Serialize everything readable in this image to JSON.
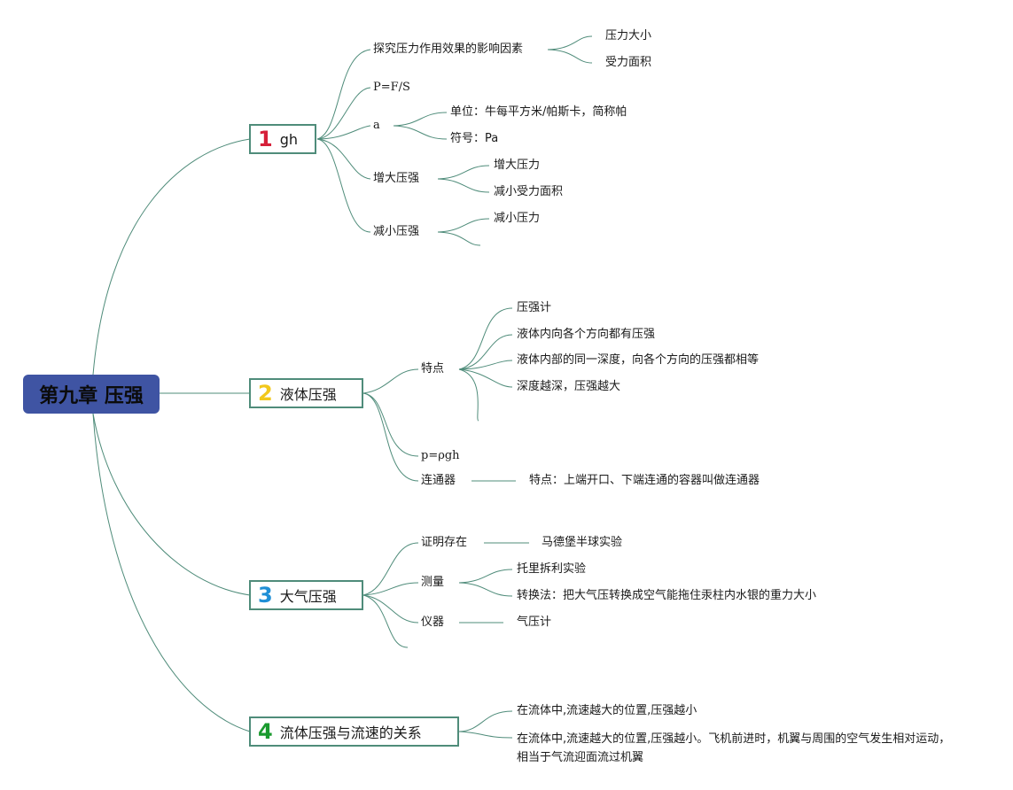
{
  "root": {
    "title": "第九章 压强"
  },
  "branches": [
    {
      "number": "1",
      "label": "gh",
      "number_color": "#d6203a",
      "children": [
        {
          "label": "探究压力作用效果的影响因素",
          "children": [
            "压力大小",
            "受力面积"
          ]
        },
        {
          "label": "P=F/S",
          "children": []
        },
        {
          "label": "a",
          "children": [
            "单位：牛每平方米/帕斯卡，简称帕",
            "符号：Pa"
          ]
        },
        {
          "label": "增大压强",
          "children": [
            "增大压力",
            "减小受力面积"
          ]
        },
        {
          "label": "减小压强",
          "children": [
            "减小压力",
            ""
          ]
        }
      ]
    },
    {
      "number": "2",
      "label": "液体压强",
      "number_color": "#f2c81c",
      "children": [
        {
          "label": "特点",
          "children": [
            "压强计",
            "液体内向各个方向都有压强",
            "液体内部的同一深度，向各个方向的压强都相等",
            "深度越深，压强越大",
            ""
          ]
        },
        {
          "label": "p=ρgh",
          "children": []
        },
        {
          "label": "连通器",
          "children": [
            "特点：上端开口、下端连通的容器叫做连通器"
          ]
        }
      ]
    },
    {
      "number": "3",
      "label": "大气压强",
      "number_color": "#1f8fd6",
      "children": [
        {
          "label": "证明存在",
          "children": [
            "马德堡半球实验"
          ]
        },
        {
          "label": "测量",
          "children": [
            "托里拆利实验",
            "转换法：把大气压转换成空气能拖住汞柱内水银的重力大小"
          ]
        },
        {
          "label": "仪器",
          "children": [
            "气压计"
          ]
        },
        {
          "label": "",
          "children": []
        }
      ]
    },
    {
      "number": "4",
      "label": "流体压强与流速的关系",
      "number_color": "#1a9a2e",
      "children": [
        {
          "label": "在流体中,流速越大的位置,压强越小",
          "children": []
        },
        {
          "label": "在流体中,流速越大的位置,压强越小。飞机前进时，机翼与周围的空气发生相对运动，相当于气流迎面流过机翼",
          "children": []
        }
      ]
    }
  ],
  "colors": {
    "line": "#4f8c7a",
    "root_bg": "#3f54a3"
  }
}
